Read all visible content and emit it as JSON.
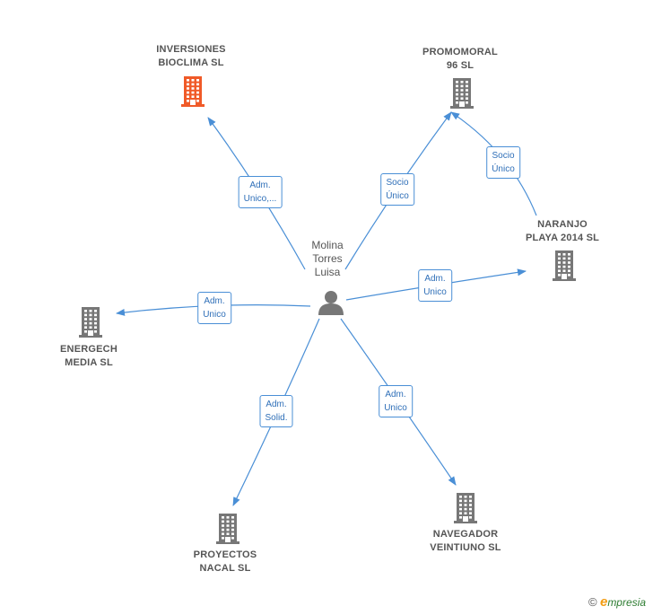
{
  "center": {
    "name_lines": [
      "Molina",
      "Torres",
      "Luisa"
    ],
    "icon": "person-icon"
  },
  "companies": [
    {
      "id": "inversiones-bioclima",
      "lines": [
        "INVERSIONES",
        "BIOCLIMA  SL"
      ],
      "color": "#f05a28",
      "icon": "building-icon"
    },
    {
      "id": "promomoral",
      "lines": [
        "PROMOMORAL",
        "96 SL"
      ],
      "color": "#777777",
      "icon": "building-icon"
    },
    {
      "id": "naranjo-playa",
      "lines": [
        "NARANJO",
        "PLAYA 2014  SL"
      ],
      "color": "#777777",
      "icon": "building-icon"
    },
    {
      "id": "energech-media",
      "lines": [
        "ENERGECH",
        "MEDIA  SL"
      ],
      "color": "#777777",
      "icon": "building-icon"
    },
    {
      "id": "proyectos-nacal",
      "lines": [
        "PROYECTOS",
        "NACAL  SL"
      ],
      "color": "#777777",
      "icon": "building-icon"
    },
    {
      "id": "navegador-veintiuno",
      "lines": [
        "NAVEGADOR",
        "VEINTIUNO SL"
      ],
      "color": "#777777",
      "icon": "building-icon"
    }
  ],
  "relations": [
    {
      "from": "center",
      "to": "inversiones-bioclima",
      "lines": [
        "Adm.",
        "Unico,..."
      ]
    },
    {
      "from": "center",
      "to": "promomoral",
      "lines": [
        "Socio",
        "Único"
      ]
    },
    {
      "from": "naranjo-playa",
      "to": "promomoral",
      "lines": [
        "Socio",
        "Único"
      ]
    },
    {
      "from": "center",
      "to": "naranjo-playa",
      "lines": [
        "Adm.",
        "Unico"
      ]
    },
    {
      "from": "center",
      "to": "energech-media",
      "lines": [
        "Adm.",
        "Unico"
      ]
    },
    {
      "from": "center",
      "to": "proyectos-nacal",
      "lines": [
        "Adm.",
        "Solid."
      ]
    },
    {
      "from": "center",
      "to": "navegador-veintiuno",
      "lines": [
        "Adm.",
        "Unico"
      ]
    }
  ],
  "colors": {
    "edge": "#4a8fd6",
    "label_text": "#555555",
    "person": "#777777"
  },
  "watermark": {
    "symbol": "©",
    "initial": "e",
    "rest": "mpresia"
  }
}
